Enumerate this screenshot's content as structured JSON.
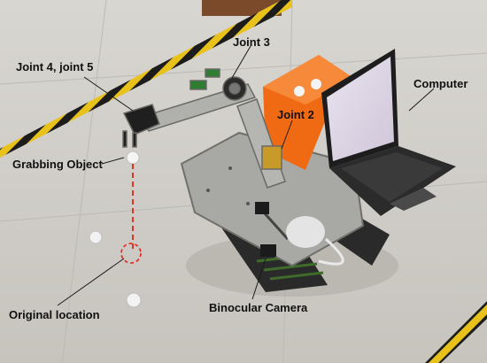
{
  "labels": {
    "joint_4_5": "Joint 4, joint 5",
    "joint_3": "Joint 3",
    "joint_2": "Joint 2",
    "computer": "Computer",
    "grabbing_object": "Grabbing Object",
    "original_location": "Original location",
    "binocular_camera": "Binocular Camera"
  },
  "colors": {
    "floor": "#cfcdc8",
    "hazard_yellow": "#e8c21a",
    "hazard_black": "#1c1c1c",
    "basket_orange": "#f06a14",
    "aluminum": "#a8a8a4",
    "trajectory_red": "#e0342a"
  }
}
